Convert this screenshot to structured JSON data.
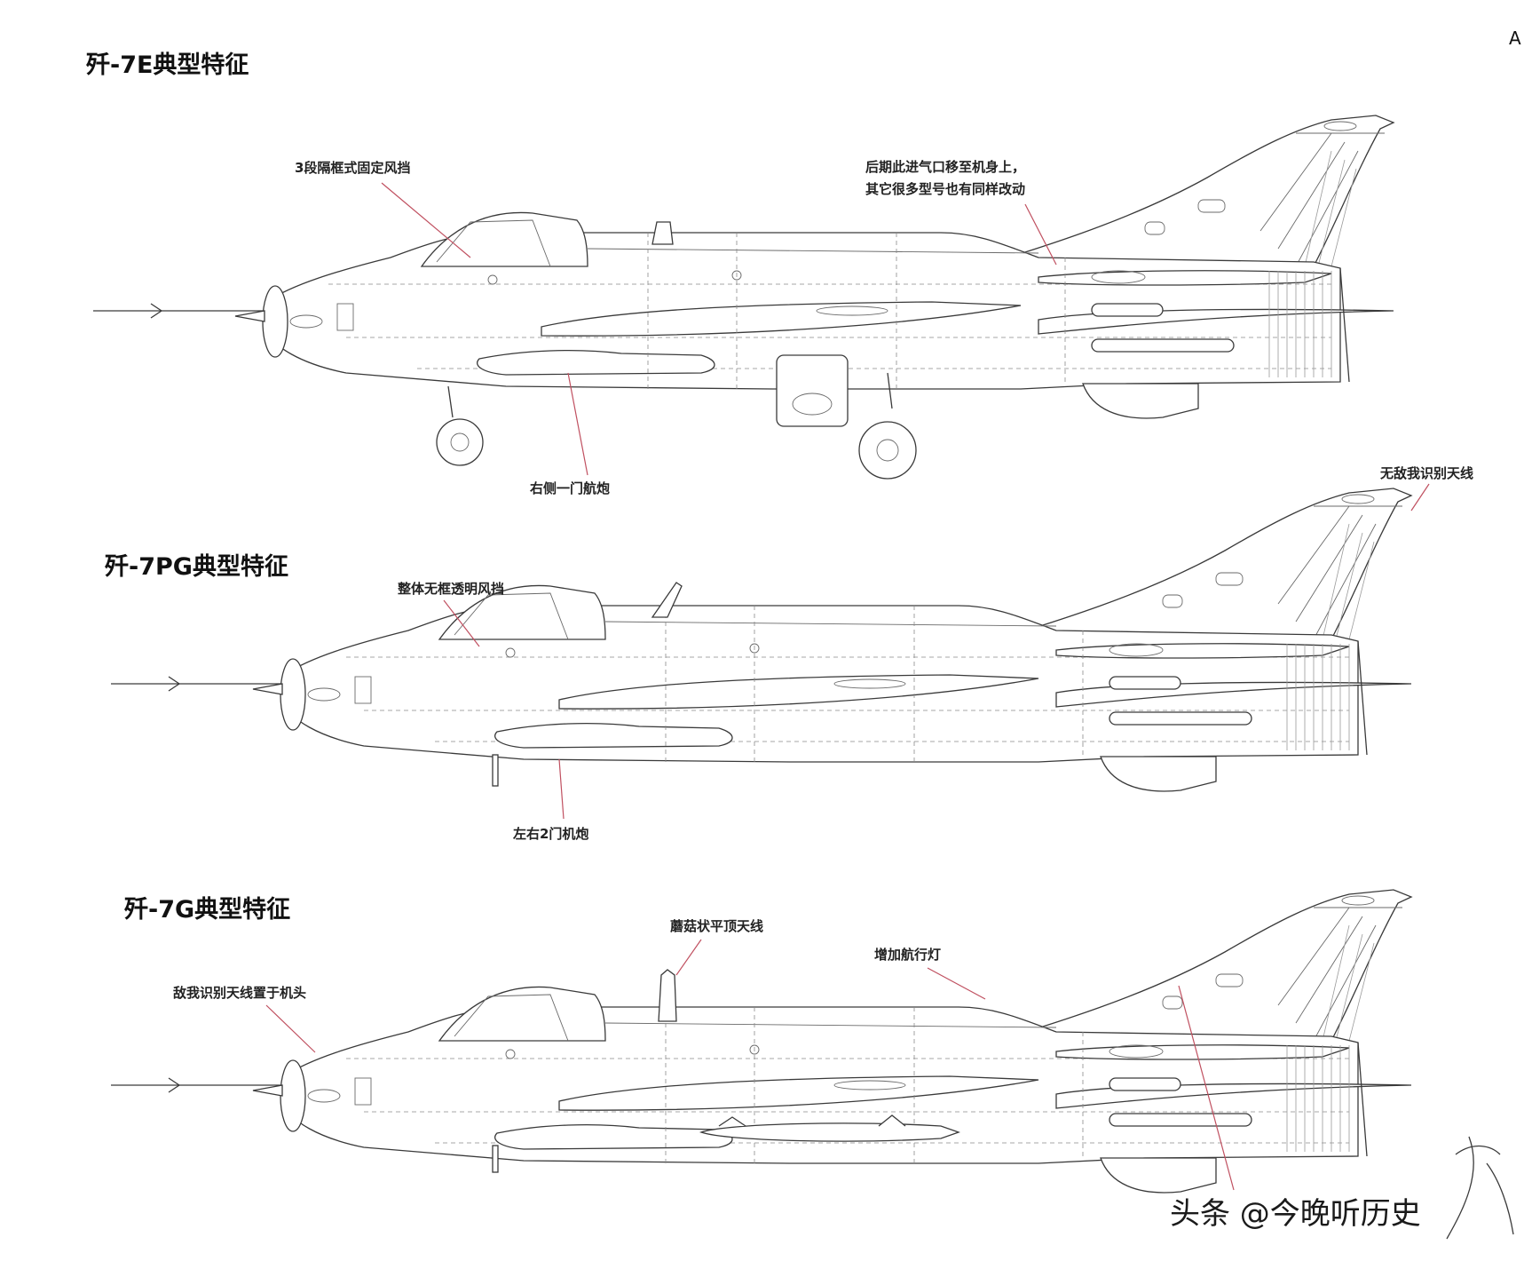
{
  "corner_mark": "A",
  "sections": [
    {
      "title": "歼-7E典型特征",
      "callouts": [
        {
          "text": "3段隔框式固定风挡"
        },
        {
          "text": "后期此进气口移至机身上，",
          "text2": "其它很多型号也有同样改动"
        },
        {
          "text": "右侧一门航炮"
        }
      ]
    },
    {
      "title": "歼-7PG典型特征",
      "callouts": [
        {
          "text": "无敌我识别天线"
        },
        {
          "text": "整体无框透明风挡"
        },
        {
          "text": "左右2门机炮"
        }
      ]
    },
    {
      "title": "歼-7G典型特征",
      "callouts": [
        {
          "text": "蘑菇状平顶天线"
        },
        {
          "text": "增加航行灯"
        },
        {
          "text": "敌我识别天线置于机头"
        }
      ]
    }
  ],
  "watermark": "头条 @今晚听历史"
}
